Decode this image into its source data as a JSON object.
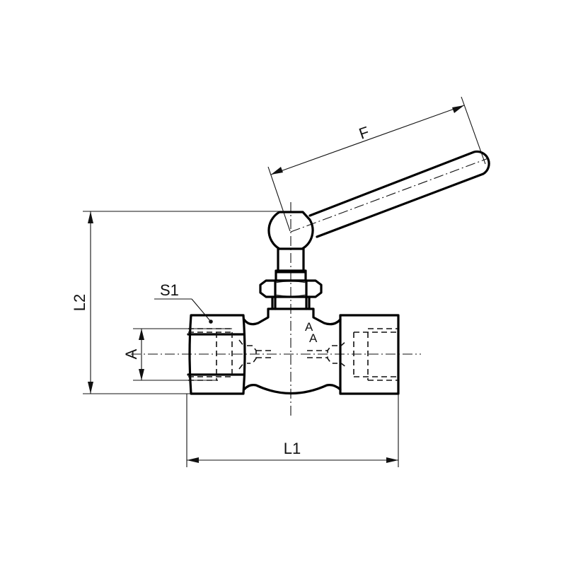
{
  "drawing": {
    "type": "technical-drawing",
    "subject": "needle valve with lever handle, female threaded ports",
    "line_color": "#000000",
    "background": "#ffffff"
  },
  "dimensions": {
    "F": {
      "label": "F",
      "meaning": "handle length"
    },
    "L2": {
      "label": "L2",
      "meaning": "overall height"
    },
    "L1": {
      "label": "L1",
      "meaning": "overall length"
    },
    "A": {
      "label": "A",
      "meaning": "thread size"
    },
    "S1": {
      "label": "S1",
      "meaning": "wrench flat size"
    }
  },
  "annotations": {
    "section_marks": [
      "A",
      "A"
    ]
  }
}
